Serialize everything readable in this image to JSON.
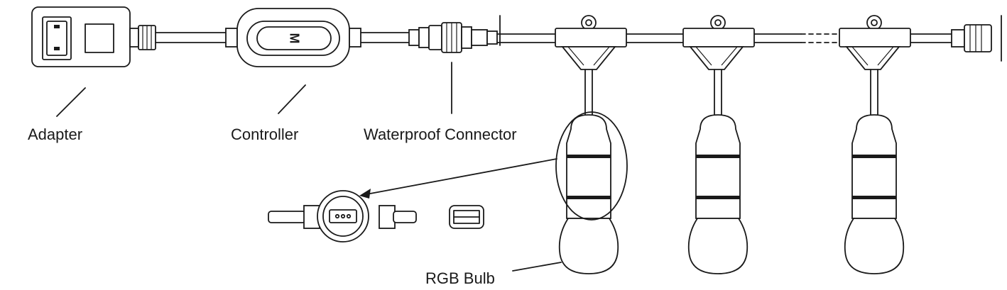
{
  "labels": {
    "adapter": "Adapter",
    "controller": "Controller",
    "waterproof_connector": "Waterproof Connector",
    "rgb_bulb": "RGB Bulb"
  },
  "controller_mark": "M",
  "colors": {
    "line": "#1a1a1a",
    "background": "#ffffff"
  }
}
